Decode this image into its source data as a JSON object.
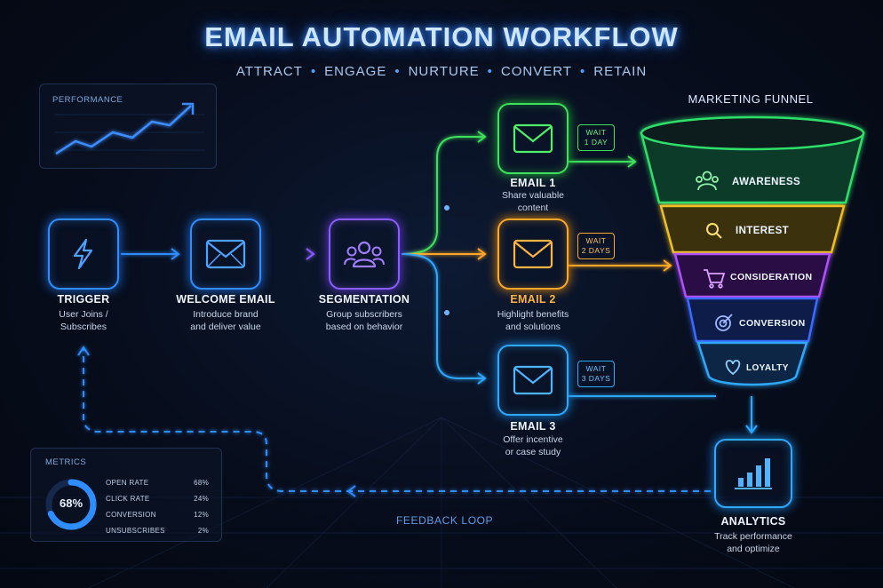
{
  "header": {
    "title": "EMAIL AUTOMATION WORKFLOW",
    "stages": [
      "ATTRACT",
      "ENGAGE",
      "NURTURE",
      "CONVERT",
      "RETAIN"
    ]
  },
  "performance_panel": {
    "title": "PERFORMANCE"
  },
  "nodes": {
    "trigger": {
      "label": "TRIGGER",
      "desc_line1": "User Joins /",
      "desc_line2": "Subscribes",
      "icon": "lightning-icon"
    },
    "welcome": {
      "label": "WELCOME EMAIL",
      "desc_line1": "Introduce brand",
      "desc_line2": "and deliver value",
      "icon": "envelope-icon"
    },
    "segmentation": {
      "label": "SEGMENTATION",
      "desc_line1": "Group subscribers",
      "desc_line2": "based on behavior",
      "icon": "group-icon"
    },
    "email1": {
      "label": "EMAIL 1",
      "desc_line1": "Share valuable",
      "desc_line2": "content",
      "wait_line1": "WAIT",
      "wait_line2": "1 DAY"
    },
    "email2": {
      "label": "EMAIL 2",
      "desc_line1": "Highlight benefits",
      "desc_line2": "and solutions",
      "wait_line1": "WAIT",
      "wait_line2": "2 DAYS"
    },
    "email3": {
      "label": "EMAIL 3",
      "desc_line1": "Offer incentive",
      "desc_line2": "or case study",
      "wait_line1": "WAIT",
      "wait_line2": "3 DAYS"
    },
    "analytics": {
      "label": "ANALYTICS",
      "desc_line1": "Track performance",
      "desc_line2": "and optimize",
      "icon": "bar-chart-icon"
    }
  },
  "funnel": {
    "title": "MARKETING FUNNEL",
    "stages": [
      {
        "label": "AWARENESS",
        "icon": "people-icon",
        "color": "#2fe06a"
      },
      {
        "label": "INTEREST",
        "icon": "magnifier-icon",
        "color": "#f0c020"
      },
      {
        "label": "CONSIDERATION",
        "icon": "cart-icon",
        "color": "#b050ff"
      },
      {
        "label": "CONVERSION",
        "icon": "target-icon",
        "color": "#3a6bff"
      },
      {
        "label": "LOYALTY",
        "icon": "heart-icon",
        "color": "#2fa8ff"
      }
    ]
  },
  "feedback": {
    "label": "FEEDBACK LOOP"
  },
  "metrics": {
    "title": "METRICS",
    "donut_label": "68%",
    "donut_fraction": 0.68,
    "rows": [
      {
        "name": "OPEN RATE",
        "value": "68%"
      },
      {
        "name": "CLICK RATE",
        "value": "24%"
      },
      {
        "name": "CONVERSION",
        "value": "12%"
      },
      {
        "name": "UNSUBSCRIBES",
        "value": "2%"
      }
    ]
  },
  "colors": {
    "blue": "#2f8dff",
    "purple": "#8a5cff",
    "green": "#3fe05a",
    "orange": "#ffa726",
    "cyan": "#2fa8ff"
  }
}
